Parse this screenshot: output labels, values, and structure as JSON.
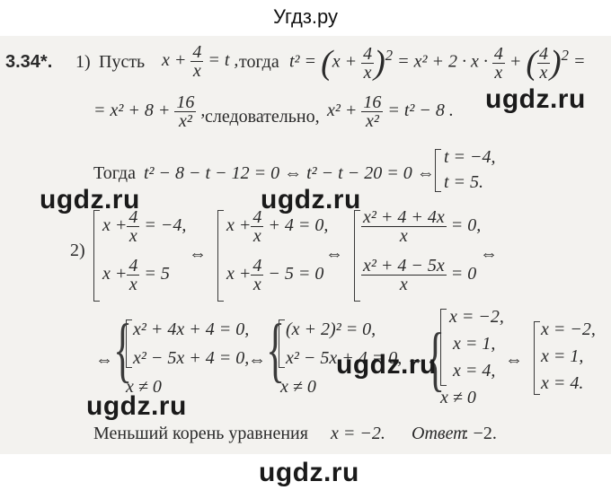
{
  "site": {
    "title": "Угдз.ру"
  },
  "watermarks": [
    "ugdz.ru",
    "ugdz.ru",
    "ugdz.ru",
    "ugdz.ru",
    "ugdz.ru",
    "ugdz.ru"
  ],
  "problem": {
    "number": "3.34*."
  },
  "step1": {
    "label": "1)",
    "intro": "Пусть",
    "then": "тогда",
    "conclude": "следовательно,",
    "so": "Тогда",
    "eq_a": "t² − 8 − t − 12 = 0 ⇔ t² − t − 20 = 0 ⇔",
    "root1": "t = −4,",
    "root2": "t = 5."
  },
  "step2": {
    "label": "2)",
    "sys_a": [
      "= −4,",
      "= 5"
    ],
    "sys_b": [
      "+ 4 = 0,",
      "− 5 = 0"
    ],
    "sys_c": [
      "= 0,",
      "= 0"
    ],
    "line3": {
      "a": [
        "x² + 4x + 4 = 0,",
        "x² − 5x + 4 = 0,",
        "x ≠ 0"
      ],
      "b": [
        "(x + 2)² = 0,",
        "x² − 5x + 4 = 0,",
        "x ≠ 0"
      ],
      "c": [
        "x = −2,",
        "x = 1,",
        "x = 4,",
        "x ≠ 0"
      ],
      "d": [
        "x = −2,",
        "x = 1,",
        "x = 4."
      ]
    }
  },
  "conclusion": {
    "text": "Меньший корень уравнения",
    "value": "x = −2.",
    "answer_label": "Ответ",
    "answer_value": ": −2."
  }
}
